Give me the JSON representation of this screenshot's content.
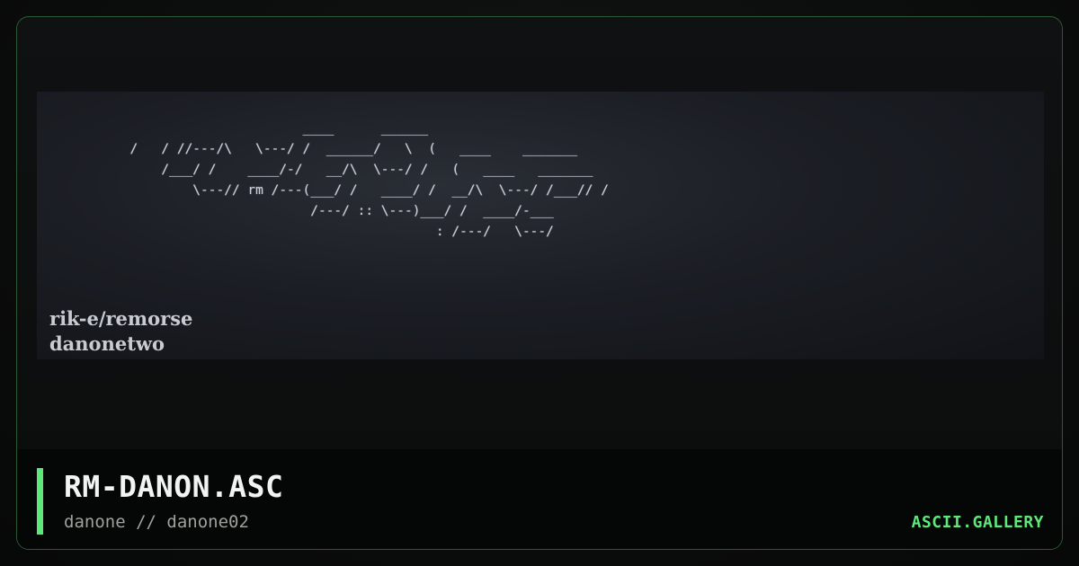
{
  "artwork": {
    "ascii_art": "                        ____      ______\n  /   / //---/\\   \\---/ /  ______/   \\  (   ____    _______\n      /___/ /    ____/-/   __/\\  \\---/ /   (   ____   _______\n          \\---// rm /---(___/ /   ____/ /  __/\\  \\---/ /___// /\n                         /---/ :: \\---)___/ /  ____/-___\n                                         : /---/   \\---/",
    "credit_line1": "rik-e/remorse",
    "credit_line2": "danonetwo"
  },
  "footer": {
    "title": "RM-DANON.ASC",
    "subtitle": "danone // danone02",
    "brand": "ASCII.GALLERY"
  },
  "colors": {
    "accent": "#5ee87a",
    "frame_border": "#2b5a32",
    "art_background": "#1b1e24",
    "footer_background": "#050606"
  }
}
